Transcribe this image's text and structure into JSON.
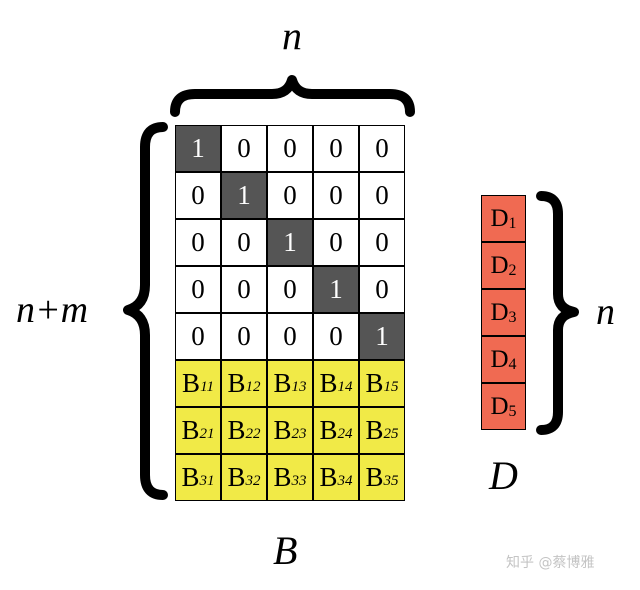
{
  "labels": {
    "top_n": "n",
    "left_nm": "n+m",
    "right_n": "n",
    "bottom_B": "B",
    "vector_D": "D"
  },
  "matrix": {
    "identity_rows": [
      [
        "1",
        "0",
        "0",
        "0",
        "0"
      ],
      [
        "0",
        "1",
        "0",
        "0",
        "0"
      ],
      [
        "0",
        "0",
        "1",
        "0",
        "0"
      ],
      [
        "0",
        "0",
        "0",
        "1",
        "0"
      ],
      [
        "0",
        "0",
        "0",
        "0",
        "1"
      ]
    ],
    "b_rows": [
      [
        {
          "base": "B",
          "sub": "11"
        },
        {
          "base": "B",
          "sub": "12"
        },
        {
          "base": "B",
          "sub": "13"
        },
        {
          "base": "B",
          "sub": "14"
        },
        {
          "base": "B",
          "sub": "15"
        }
      ],
      [
        {
          "base": "B",
          "sub": "21"
        },
        {
          "base": "B",
          "sub": "22"
        },
        {
          "base": "B",
          "sub": "23"
        },
        {
          "base": "B",
          "sub": "24"
        },
        {
          "base": "B",
          "sub": "25"
        }
      ],
      [
        {
          "base": "B",
          "sub": "31"
        },
        {
          "base": "B",
          "sub": "32"
        },
        {
          "base": "B",
          "sub": "33"
        },
        {
          "base": "B",
          "sub": "34"
        },
        {
          "base": "B",
          "sub": "35"
        }
      ]
    ]
  },
  "vector": [
    {
      "base": "D",
      "sub": "1"
    },
    {
      "base": "D",
      "sub": "2"
    },
    {
      "base": "D",
      "sub": "3"
    },
    {
      "base": "D",
      "sub": "4"
    },
    {
      "base": "D",
      "sub": "5"
    }
  ],
  "colors": {
    "identity_diag": "#555555",
    "b_block": "#f1ea47",
    "d_vector": "#f06a52",
    "zero_cell": "#ffffff"
  },
  "watermark": "知乎 @蔡博雅"
}
